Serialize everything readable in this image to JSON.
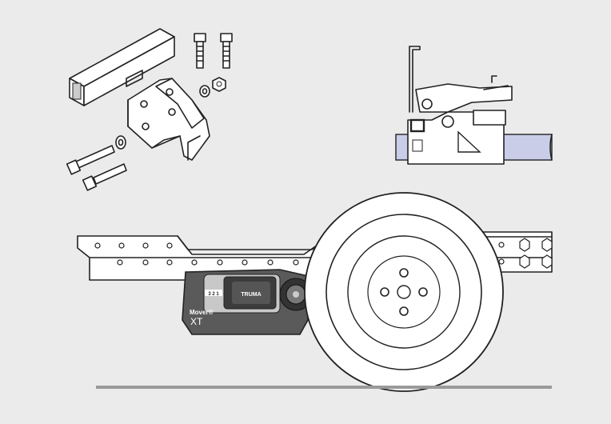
{
  "title": "Truma Mover XT mounting illustration",
  "device": {
    "brand": "TRUMA",
    "model_prefix": "Mover®",
    "model": "XT",
    "scale_marks": "3 2 1"
  },
  "colors": {
    "background": "#ebebeb",
    "frame_highlight": "#c9cde8",
    "ground": "#9a9a9a",
    "device_dark": "#4a4a4a"
  }
}
